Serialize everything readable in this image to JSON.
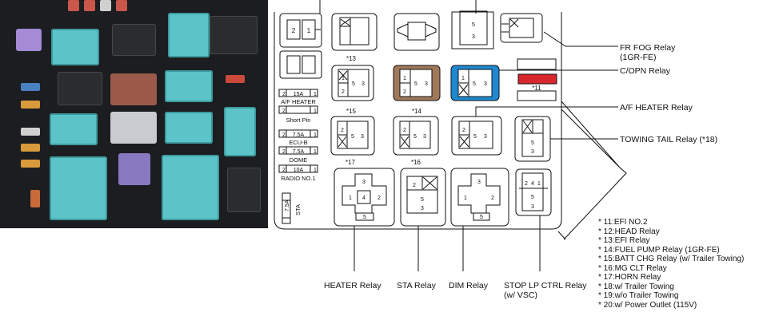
{
  "labels": {
    "fr_fog_relay": "FR FOG Relay",
    "fr_fog_relay_sub": "(1GR-FE)",
    "c_opn_relay": "C/OPN Relay",
    "af_heater_relay": "A/F HEATER Relay",
    "towing_tail_relay": "TOWING TAIL Relay (*18)",
    "heater_relay": "HEATER Relay",
    "sta_relay": "STA Relay",
    "dim_relay": "DIM Relay",
    "stop_lp_ctrl_relay": "STOP LP CTRL Relay",
    "stop_lp_ctrl_relay_sub": "(w/ VSC)"
  },
  "fuses": {
    "af_heater_amp": "15A",
    "af_heater_name": "A/F HEATER",
    "short_pin": "Short Pin",
    "ecu_b_amp": "7.5A",
    "ecu_b_name": "ECU-B",
    "dome_amp": "7.5A",
    "dome_name": "DOME",
    "radio_amp": "10A",
    "radio_name": "RADIO NO.1",
    "sta_amp": "7.5A",
    "sta_name": "STA"
  },
  "markers": {
    "m11": "*11",
    "m13": "*13",
    "m14": "*14",
    "m15": "*15",
    "m16": "*16",
    "m17": "*17"
  },
  "pins": {
    "p1": "1",
    "p2": "2",
    "p3": "3",
    "p4": "4",
    "p5": "5"
  },
  "notes": [
    "* 11:EFI NO.2",
    "* 12:HEAD Relay",
    "* 13:EFI Relay",
    "* 14:FUEL PUMP Relay (1GR-FE)",
    "* 15:BATT CHG Relay (w/ Trailer Towing)",
    "* 16:MG CLT Relay",
    "* 17:HORN Relay",
    "* 18:w/ Trailer Towing",
    "* 19:w/o Trailer Towing",
    "* 20:w/ Power Outlet (115V)"
  ],
  "colors": {
    "teal_relay": "#5cc4c8",
    "brown_relay": "#a0785a",
    "blue_relay": "#1e88d0",
    "red_fuse": "#d8262e",
    "photo_bg": "#1b1d20"
  }
}
